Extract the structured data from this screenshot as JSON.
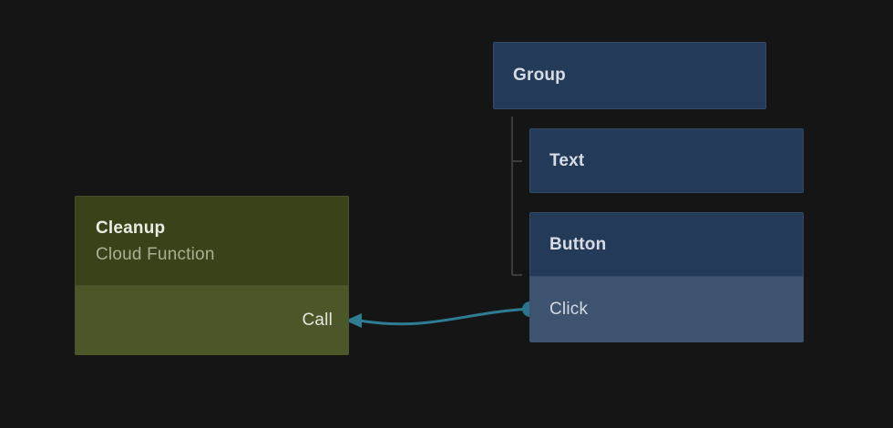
{
  "canvas": {
    "background": "#151515"
  },
  "colors": {
    "node_blue": "#233B59",
    "node_blue_light": "#3D536F",
    "node_olive_dark": "#38431A",
    "node_olive_light": "#4C5729",
    "wire_teal": "#2E7D94",
    "tree_connector_gray": "#3C3C3C",
    "label_light": "#D7DCE4"
  },
  "nodes": {
    "group": {
      "label": "Group"
    },
    "text": {
      "label": "Text"
    },
    "button": {
      "label": "Button",
      "event_label": "Click"
    },
    "cleanup": {
      "title": "Cleanup",
      "subtitle": "Cloud Function",
      "port_label": "Call"
    }
  }
}
